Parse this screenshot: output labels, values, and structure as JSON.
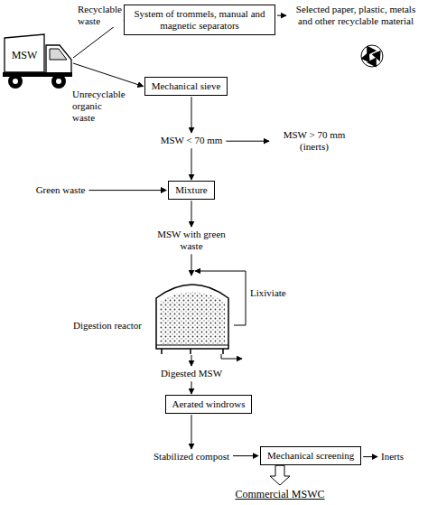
{
  "diagram": {
    "nodes": [
      {
        "text": [
          "MSW"
        ]
      },
      {
        "text": [
          "System of trommels, manual and magnetic separators"
        ]
      },
      {
        "text": [
          "Selected paper, plastic, metals and other recyclable material"
        ]
      },
      {
        "text": [
          "Mechanical sieve"
        ]
      },
      {
        "text": [
          "MSW < 70 mm"
        ]
      },
      {
        "text": [
          "MSW > 70 mm (inerts)"
        ]
      },
      {
        "text": [
          "Green waste"
        ]
      },
      {
        "text": [
          "Mixture"
        ]
      },
      {
        "text": [
          "MSW with green waste"
        ]
      },
      {
        "text": [
          "Digestion reactor"
        ]
      },
      {
        "text": [
          "Digested MSW"
        ]
      },
      {
        "text": [
          "Aerated windrows"
        ]
      },
      {
        "text": [
          "Stabilized compost"
        ]
      },
      {
        "text": [
          "Mechanical screening"
        ]
      },
      {
        "text": [
          "Inerts"
        ]
      },
      {
        "text": [
          "Commercial MSWC"
        ]
      }
    ],
    "edges": [
      {
        "from": 0,
        "to": 1,
        "arrow": "to",
        "label": "Recyclable waste"
      },
      {
        "from": 0,
        "to": 3,
        "arrow": "to",
        "label": "Unrecyclable organic waste"
      },
      {
        "from": 1,
        "to": 2,
        "arrow": "to"
      },
      {
        "from": 3,
        "to": 4,
        "arrow": "to"
      },
      {
        "from": 4,
        "to": 5,
        "arrow": "to"
      },
      {
        "from": 6,
        "to": 7,
        "arrow": "to"
      },
      {
        "from": 4,
        "to": 7,
        "arrow": "to"
      },
      {
        "from": 7,
        "to": 8,
        "arrow": "to"
      },
      {
        "from": 8,
        "to": 9,
        "arrow": "to"
      },
      {
        "from": 9,
        "to": 10,
        "arrow": "to"
      },
      {
        "from": 10,
        "to": 11,
        "arrow": "to"
      },
      {
        "from": 11,
        "to": 12,
        "arrow": "to"
      },
      {
        "from": 12,
        "to": 13,
        "arrow": "to"
      },
      {
        "from": 13,
        "to": 14,
        "arrow": "to"
      },
      {
        "from": 13,
        "to": 15,
        "arrow": "to"
      }
    ],
    "labels": [
      "Lixiviate"
    ]
  }
}
